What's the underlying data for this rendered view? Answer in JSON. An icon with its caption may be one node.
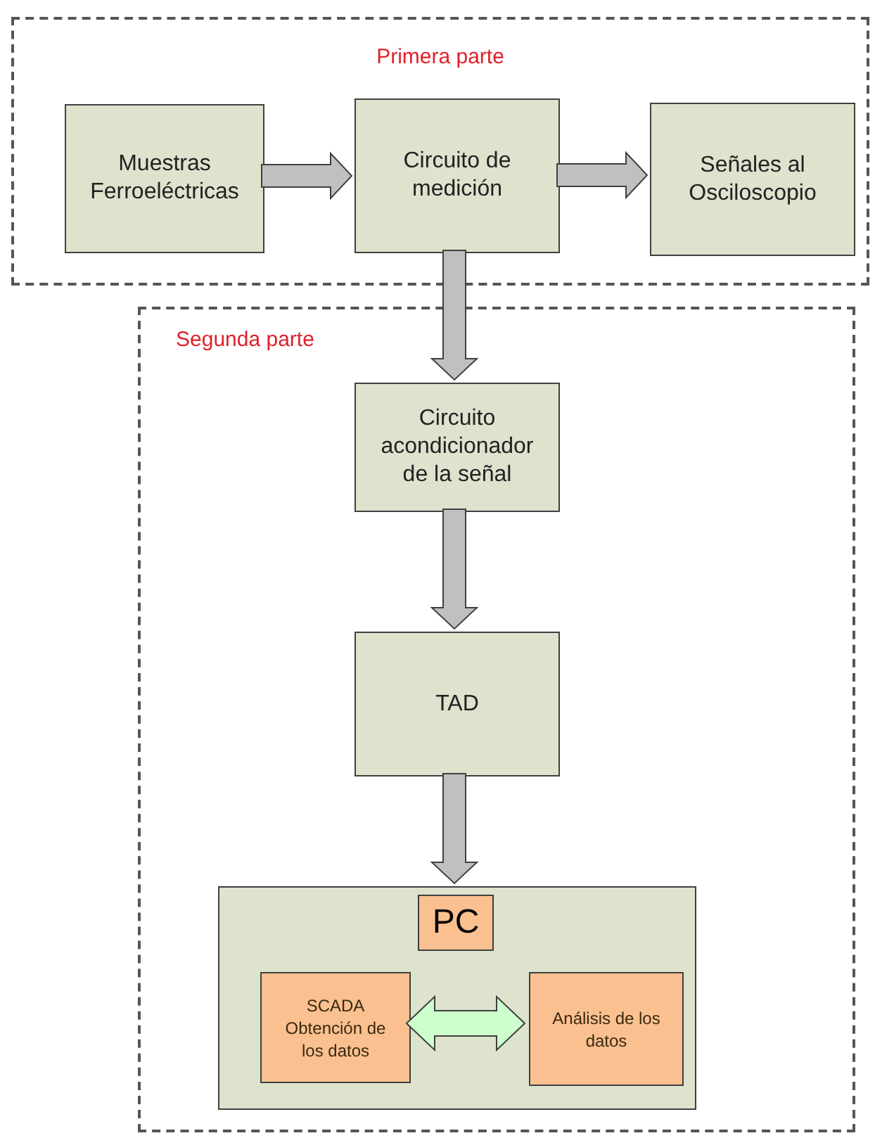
{
  "diagram": {
    "nodes": [
      {
        "text": [
          "Primera parte"
        ]
      },
      {
        "text": [
          "Muestras Ferroeléctricas"
        ],
        "in": 0
      },
      {
        "text": [
          "Circuito de medición"
        ],
        "in": 0
      },
      {
        "text": [
          "Señales al Osciloscopio"
        ],
        "in": 0
      },
      {
        "text": [
          "Segunda parte"
        ]
      },
      {
        "text": [
          "Circuito acondicionador de la señal"
        ],
        "in": 4
      },
      {
        "text": [
          "TAD"
        ],
        "in": 4
      },
      {
        "text": [],
        "shape": "box",
        "in": 4
      },
      {
        "text": [
          "PC"
        ],
        "in": 7
      },
      {
        "text": [
          "SCADA Obtención de los datos"
        ],
        "in": 7
      },
      {
        "text": [
          "Análisis de los datos"
        ],
        "in": 7
      }
    ],
    "edges": [
      {
        "from": 1,
        "to": 2,
        "arrow": "to"
      },
      {
        "from": 2,
        "to": 3,
        "arrow": "to"
      },
      {
        "from": 2,
        "to": 5,
        "arrow": "to"
      },
      {
        "from": 5,
        "to": 6,
        "arrow": "to"
      },
      {
        "from": 6,
        "to": 7,
        "arrow": "to"
      },
      {
        "from": 9,
        "to": 10,
        "arrow": "both",
        "color": "#ccffcc"
      }
    ]
  }
}
